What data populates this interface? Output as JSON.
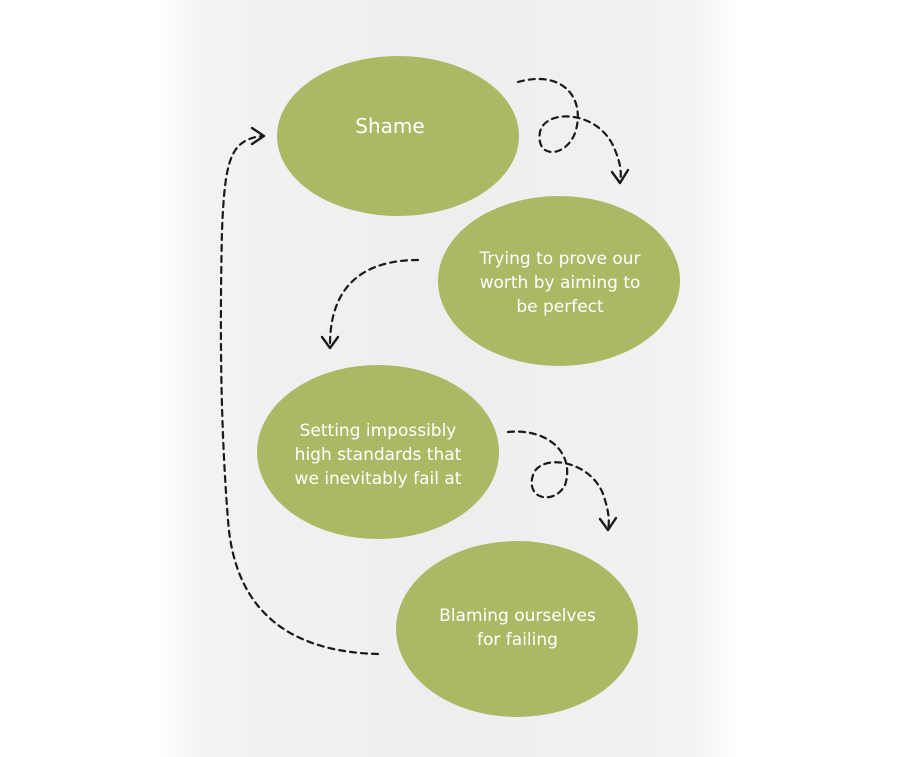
{
  "diagram": {
    "nodes": [
      {
        "id": "shame",
        "label": "Shame"
      },
      {
        "id": "prove",
        "label": "Trying to prove our worth by aiming to be perfect"
      },
      {
        "id": "standards",
        "label": "Setting impossibly high standards that we inevitably fail at"
      },
      {
        "id": "blame",
        "label": "Blaming ourselves for failing"
      }
    ],
    "edges": [
      {
        "from": "shame",
        "to": "prove",
        "style": "dashed-loop"
      },
      {
        "from": "prove",
        "to": "standards",
        "style": "dashed"
      },
      {
        "from": "standards",
        "to": "blame",
        "style": "dashed-loop"
      },
      {
        "from": "blame",
        "to": "shame",
        "style": "dashed"
      }
    ],
    "colors": {
      "node_fill": "#adb865",
      "node_text": "#ffffff",
      "arrow": "#1a1a1a"
    }
  }
}
